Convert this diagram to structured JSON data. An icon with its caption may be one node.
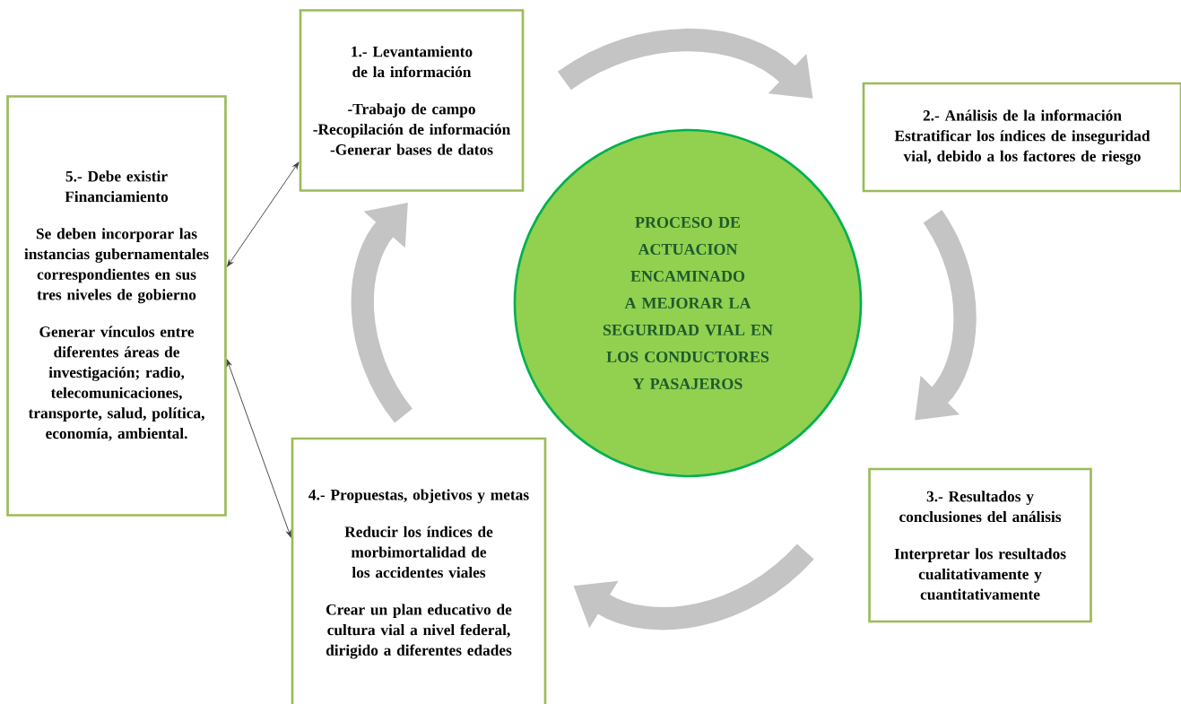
{
  "diagram": {
    "nodes": [
      {
        "text": [
          "1.- Levantamiento  de la información",
          "-Trabajo de campo",
          "-Recopilación de información",
          "-Generar bases de datos"
        ]
      },
      {
        "text": [
          "2.- Análisis  de la información",
          "Estratificar los índices de inseguridad vial, debido a los factores de riesgo"
        ]
      },
      {
        "text": [
          "3.- Resultados y conclusiones del análisis",
          "Interpretar los resultados cualitativamente y cuantitativamente"
        ]
      },
      {
        "text": [
          "4.- Propuestas, objetivos y metas",
          "Reducir los índices de morbimortalidad  de los accidentes viales",
          "Crear un plan educativo de cultura vial a nivel federal, dirigido  a diferentes edades"
        ]
      },
      {
        "text": [
          "5.- Debe existir Financiamiento",
          "Se deben incorporar las instancias gubernamentales correspondientes  en sus tres niveles de gobierno",
          "Generar vínculos entre diferentes áreas de investigación; radio, telecomunicaciones, transporte, salud, política, economía, ambiental."
        ]
      },
      {
        "text": [
          "PROCESO DE ACTUACION ENCAMINADO A MEJORAR  LA SEGURIDAD  VIAL EN LOS CONDUCTORES Y PASAJEROS"
        ]
      }
    ],
    "edges": [
      {
        "from": 0,
        "to": 1,
        "arrow": "to"
      },
      {
        "from": 1,
        "to": 2,
        "arrow": "to"
      },
      {
        "from": 2,
        "to": 3,
        "arrow": "to"
      },
      {
        "from": 3,
        "to": 0,
        "arrow": "to"
      },
      {
        "from": 4,
        "to": 0,
        "arrow": "both",
        "color": "#404040"
      },
      {
        "from": 4,
        "to": 3,
        "arrow": "both",
        "color": "#404040"
      }
    ]
  }
}
